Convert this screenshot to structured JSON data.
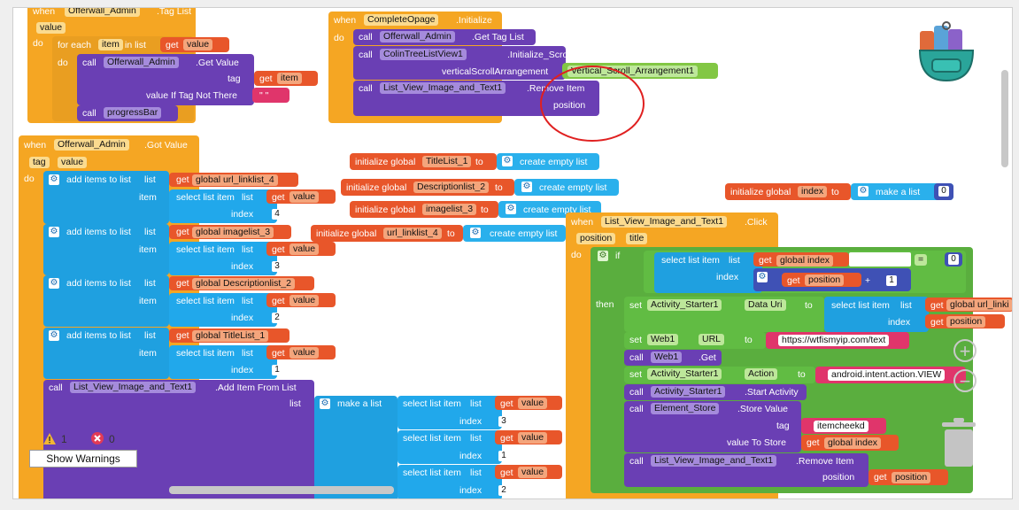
{
  "blocks": {
    "gettaglist": {
      "when": "when",
      "component": "Offerwall_Admin",
      "event": ".Tag List",
      "param": "value",
      "do": "do",
      "foreach": "for each",
      "item_var": "item",
      "inlist": "in list",
      "get": "get",
      "get_value": "value",
      "call": "call",
      "getvalue_component": "Offerwall_Admin",
      "getvalue_method": ".Get Value",
      "tag_label": "tag",
      "get_item": "item",
      "vitnt_label": "value If Tag Not There",
      "empty_quote": "\" \"",
      "call2": "call",
      "progress": "progressBar"
    },
    "complete": {
      "when": "when",
      "component": "CompleteOpage",
      "event": ".Initialize",
      "do": "do",
      "call1": "call",
      "c1_component": "Offerwall_Admin",
      "c1_method": ".Get Tag List",
      "call2": "call",
      "c2_component": "ColinTreeListView1",
      "c2_method": ".Initialize_Scroll",
      "vsa_label": "verticalScrollArrangement",
      "vsa_value": "Vertical_Scroll_Arrangement1",
      "call3": "call",
      "c3_component": "List_View_Image_and_Text1",
      "c3_method": ".Remove Item",
      "position_label": "position"
    },
    "gotvalue": {
      "when": "when",
      "component": "Offerwall_Admin",
      "event": ".Got Value",
      "p1": "tag",
      "p2": "value",
      "do": "do",
      "rows": [
        {
          "add": "add items to list",
          "list": "list",
          "get": "get",
          "global": "global url_linklist_4",
          "item": "item",
          "sli": "select list item",
          "sli_list": "list",
          "get2": "get",
          "val": "value",
          "index": "index",
          "num": "4"
        },
        {
          "add": "add items to list",
          "list": "list",
          "get": "get",
          "global": "global imagelist_3",
          "item": "item",
          "sli": "select list item",
          "sli_list": "list",
          "get2": "get",
          "val": "value",
          "index": "index",
          "num": "3"
        },
        {
          "add": "add items to list",
          "list": "list",
          "get": "get",
          "global": "global Descriptionlist_2",
          "item": "item",
          "sli": "select list item",
          "sli_list": "list",
          "get2": "get",
          "val": "value",
          "index": "index",
          "num": "2"
        },
        {
          "add": "add items to list",
          "list": "list",
          "get": "get",
          "global": "global TitleList_1",
          "item": "item",
          "sli": "select list item",
          "sli_list": "list",
          "get2": "get",
          "val": "value",
          "index": "index",
          "num": "1"
        }
      ],
      "call": "call",
      "call_component": "List_View_Image_and_Text1",
      "call_method": ".Add Item From List",
      "list_label": "list",
      "make_list": "make a list",
      "mk_rows": [
        {
          "sli": "select list item",
          "list": "list",
          "get": "get",
          "val": "value",
          "index": "index",
          "num": "3"
        },
        {
          "sli": "select list item",
          "list": "list",
          "get": "get",
          "val": "value",
          "index": "index",
          "num": "1"
        },
        {
          "sli": "select list item",
          "list": "list",
          "get": "get",
          "val": "value",
          "index": "index",
          "num": "2"
        }
      ]
    },
    "globals": [
      {
        "init": "initialize global",
        "name": "TitleList_1",
        "to": "to",
        "value": "create empty list"
      },
      {
        "init": "initialize global",
        "name": "Descriptionlist_2",
        "to": "to",
        "value": "create empty list"
      },
      {
        "init": "initialize global",
        "name": "imagelist_3",
        "to": "to",
        "value": "create empty list"
      },
      {
        "init": "initialize global",
        "name": "url_linklist_4",
        "to": "to",
        "value": "create empty list"
      }
    ],
    "global_index": {
      "init": "initialize global",
      "name": "index",
      "to": "to",
      "make": "make a list",
      "num": "0"
    },
    "click": {
      "when": "when",
      "component": "List_View_Image_and_Text1",
      "event": ".Click",
      "p1": "position",
      "p2": "title",
      "do": "do",
      "if": "if",
      "sli": "select list item",
      "list": "list",
      "get": "get",
      "global_index": "global index",
      "eq": "=",
      "zero": "0",
      "index": "index",
      "get_pos": "get",
      "position": "position",
      "plus": "+",
      "one": "1",
      "then": "then",
      "set1": "set",
      "s1_comp": "Activity_Starter1",
      "s1_prop": "Data Uri",
      "s1_to": "to",
      "s1_sli": "select list item",
      "s1_list": "list",
      "s1_get": "get",
      "s1_global": "global url_linki",
      "s1_index": "index",
      "s1_get2": "get",
      "s1_pos": "position",
      "set2": "set",
      "s2_comp": "Web1",
      "s2_prop": "URL",
      "s2_to": "to",
      "s2_url": "https://wtfismyip.com/text",
      "call1": "call",
      "c1_comp": "Web1",
      "c1_method": ".Get",
      "set3": "set",
      "s3_comp": "Activity_Starter1",
      "s3_prop": "Action",
      "s3_to": "to",
      "s3_value": "android.intent.action.VIEW",
      "call2": "call",
      "c2_comp": "Activity_Starter1",
      "c2_method": ".Start Activity",
      "call3": "call",
      "c3_comp": "Element_Store",
      "c3_method": ".Store Value",
      "tag": "tag",
      "tag_value": "itemcheekd",
      "vts": "value To Store",
      "get_gi": "get",
      "gi": "global index",
      "call4": "call",
      "c4_comp": "List_View_Image_and_Text1",
      "c4_method": ".Remove Item",
      "pos_label": "position",
      "get_pos2": "get",
      "pos2": "position"
    }
  },
  "status": {
    "warnings": "1",
    "errors": "0",
    "show_warnings": "Show Warnings"
  },
  "controls": {
    "zoom_in": "+",
    "zoom_out": "−"
  },
  "colors": {
    "event": "#f5a623",
    "procedure": "#6a3fb4",
    "list": "#1fa0e0",
    "variable": "#e8562a",
    "component": "#5aae3e",
    "text": "#e0356b",
    "annotation": "#e02020"
  }
}
